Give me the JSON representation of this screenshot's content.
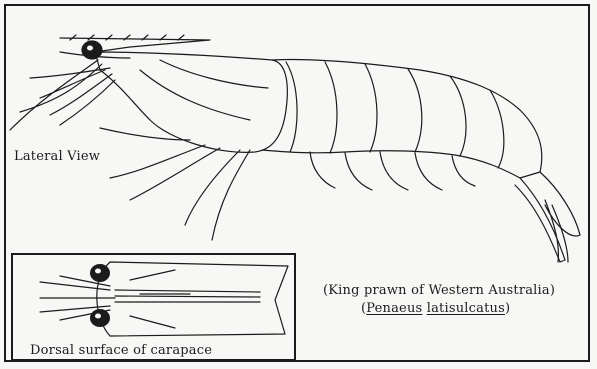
{
  "labels": {
    "lateral_view": "Lateral View",
    "common_name": "(King prawn of Western Australia)",
    "sci_open": "(",
    "sci_genus": "Penaeus",
    "sci_space": " ",
    "sci_species": "latisulcatus",
    "sci_close": ")",
    "dorsal": "Dorsal surface of carapace"
  },
  "colors": {
    "ink": "#1b1b1b",
    "paper": "#f7f7f5"
  }
}
